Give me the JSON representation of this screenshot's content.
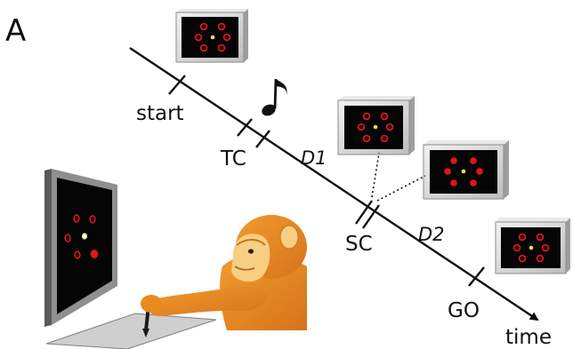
{
  "panel_label": "A",
  "timeline": {
    "events": {
      "start": "start",
      "tc": "TC",
      "sc": "SC",
      "go": "GO"
    },
    "delays": {
      "d1": "D1",
      "d2": "D2"
    },
    "axis_label": "time"
  },
  "icons": {
    "tone": "music-note-icon",
    "monkey": "monkey-illustration",
    "touch_monitor": "touch-screen-monitor",
    "stylus_tablet": "stylus-on-tablet"
  },
  "colors": {
    "screen_bg": "#050505",
    "target_ring": "#e3141c",
    "fixation": "#e9e243",
    "monkey_fur": "#e88a1e",
    "monkey_face": "#f6cf83"
  }
}
